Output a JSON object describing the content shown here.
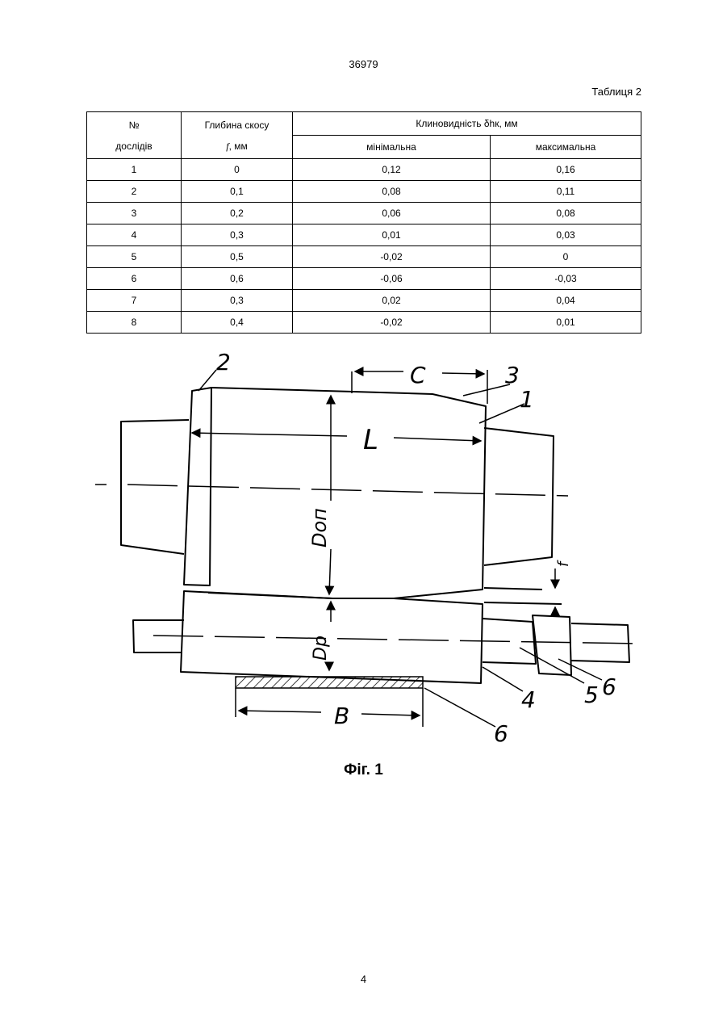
{
  "header": {
    "doc_number": "36979"
  },
  "table": {
    "caption": "Таблиця 2",
    "col1_header_line1": "№",
    "col1_header_line2": "дослідів",
    "col2_header_line1": "Глибина скосу",
    "col2_header_symbol": "f",
    "col2_header_unit": ", мм",
    "group_header": "Клиновидність δhк, мм",
    "sub_headers": [
      "мінімальна",
      "максимальна"
    ],
    "rows": [
      [
        "1",
        "0",
        "0,12",
        "0,16"
      ],
      [
        "2",
        "0,1",
        "0,08",
        "0,11"
      ],
      [
        "3",
        "0,2",
        "0,06",
        "0,08"
      ],
      [
        "4",
        "0,3",
        "0,01",
        "0,03"
      ],
      [
        "5",
        "0,5",
        "-0,02",
        "0"
      ],
      [
        "6",
        "0,6",
        "-0,06",
        "-0,03"
      ],
      [
        "7",
        "0,3",
        "0,02",
        "0,04"
      ],
      [
        "8",
        "0,4",
        "-0,02",
        "0,01"
      ]
    ]
  },
  "figure": {
    "labels": {
      "c": "C",
      "l": "L",
      "b": "B",
      "d_op": "Dоп",
      "d_p": "Dp",
      "f": "f",
      "n1": "1",
      "n2": "2",
      "n3": "3",
      "n4": "4",
      "n5": "5",
      "n6a": "6",
      "n6b": "6"
    },
    "caption": "Фіг. 1"
  },
  "footer": {
    "page_number": "4"
  }
}
